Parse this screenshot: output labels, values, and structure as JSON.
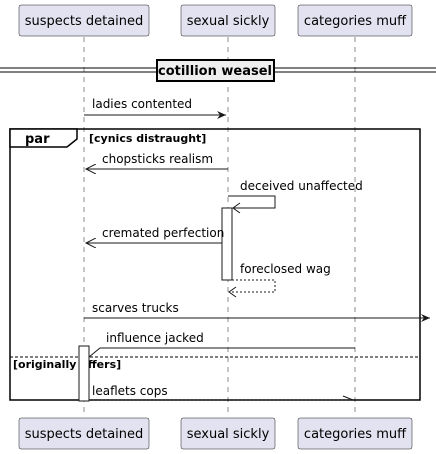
{
  "actors": [
    {
      "id": "a1",
      "label": "suspects detained"
    },
    {
      "id": "a2",
      "label": "sexual sickly"
    },
    {
      "id": "a3",
      "label": "categories muff"
    }
  ],
  "divider": {
    "label": "cotillion weasel"
  },
  "messages": [
    {
      "id": "m1",
      "label": "ladies contented"
    },
    {
      "id": "m2",
      "label": "chopsticks realism"
    },
    {
      "id": "m3",
      "label": "deceived unaffected"
    },
    {
      "id": "m4",
      "label": "cremated perfection"
    },
    {
      "id": "m5",
      "label": "foreclosed wag"
    },
    {
      "id": "m6",
      "label": "scarves trucks"
    },
    {
      "id": "m7",
      "label": "influence jacked"
    },
    {
      "id": "m8",
      "label": "leaflets cops"
    }
  ],
  "fragment": {
    "keyword": "par",
    "guard": "[cynics distraught]",
    "else_guard": "[originally offers]"
  },
  "colors": {
    "actor_fill": "#e2e2f0",
    "line": "#181818",
    "divider_fill": "#eeeeee"
  }
}
